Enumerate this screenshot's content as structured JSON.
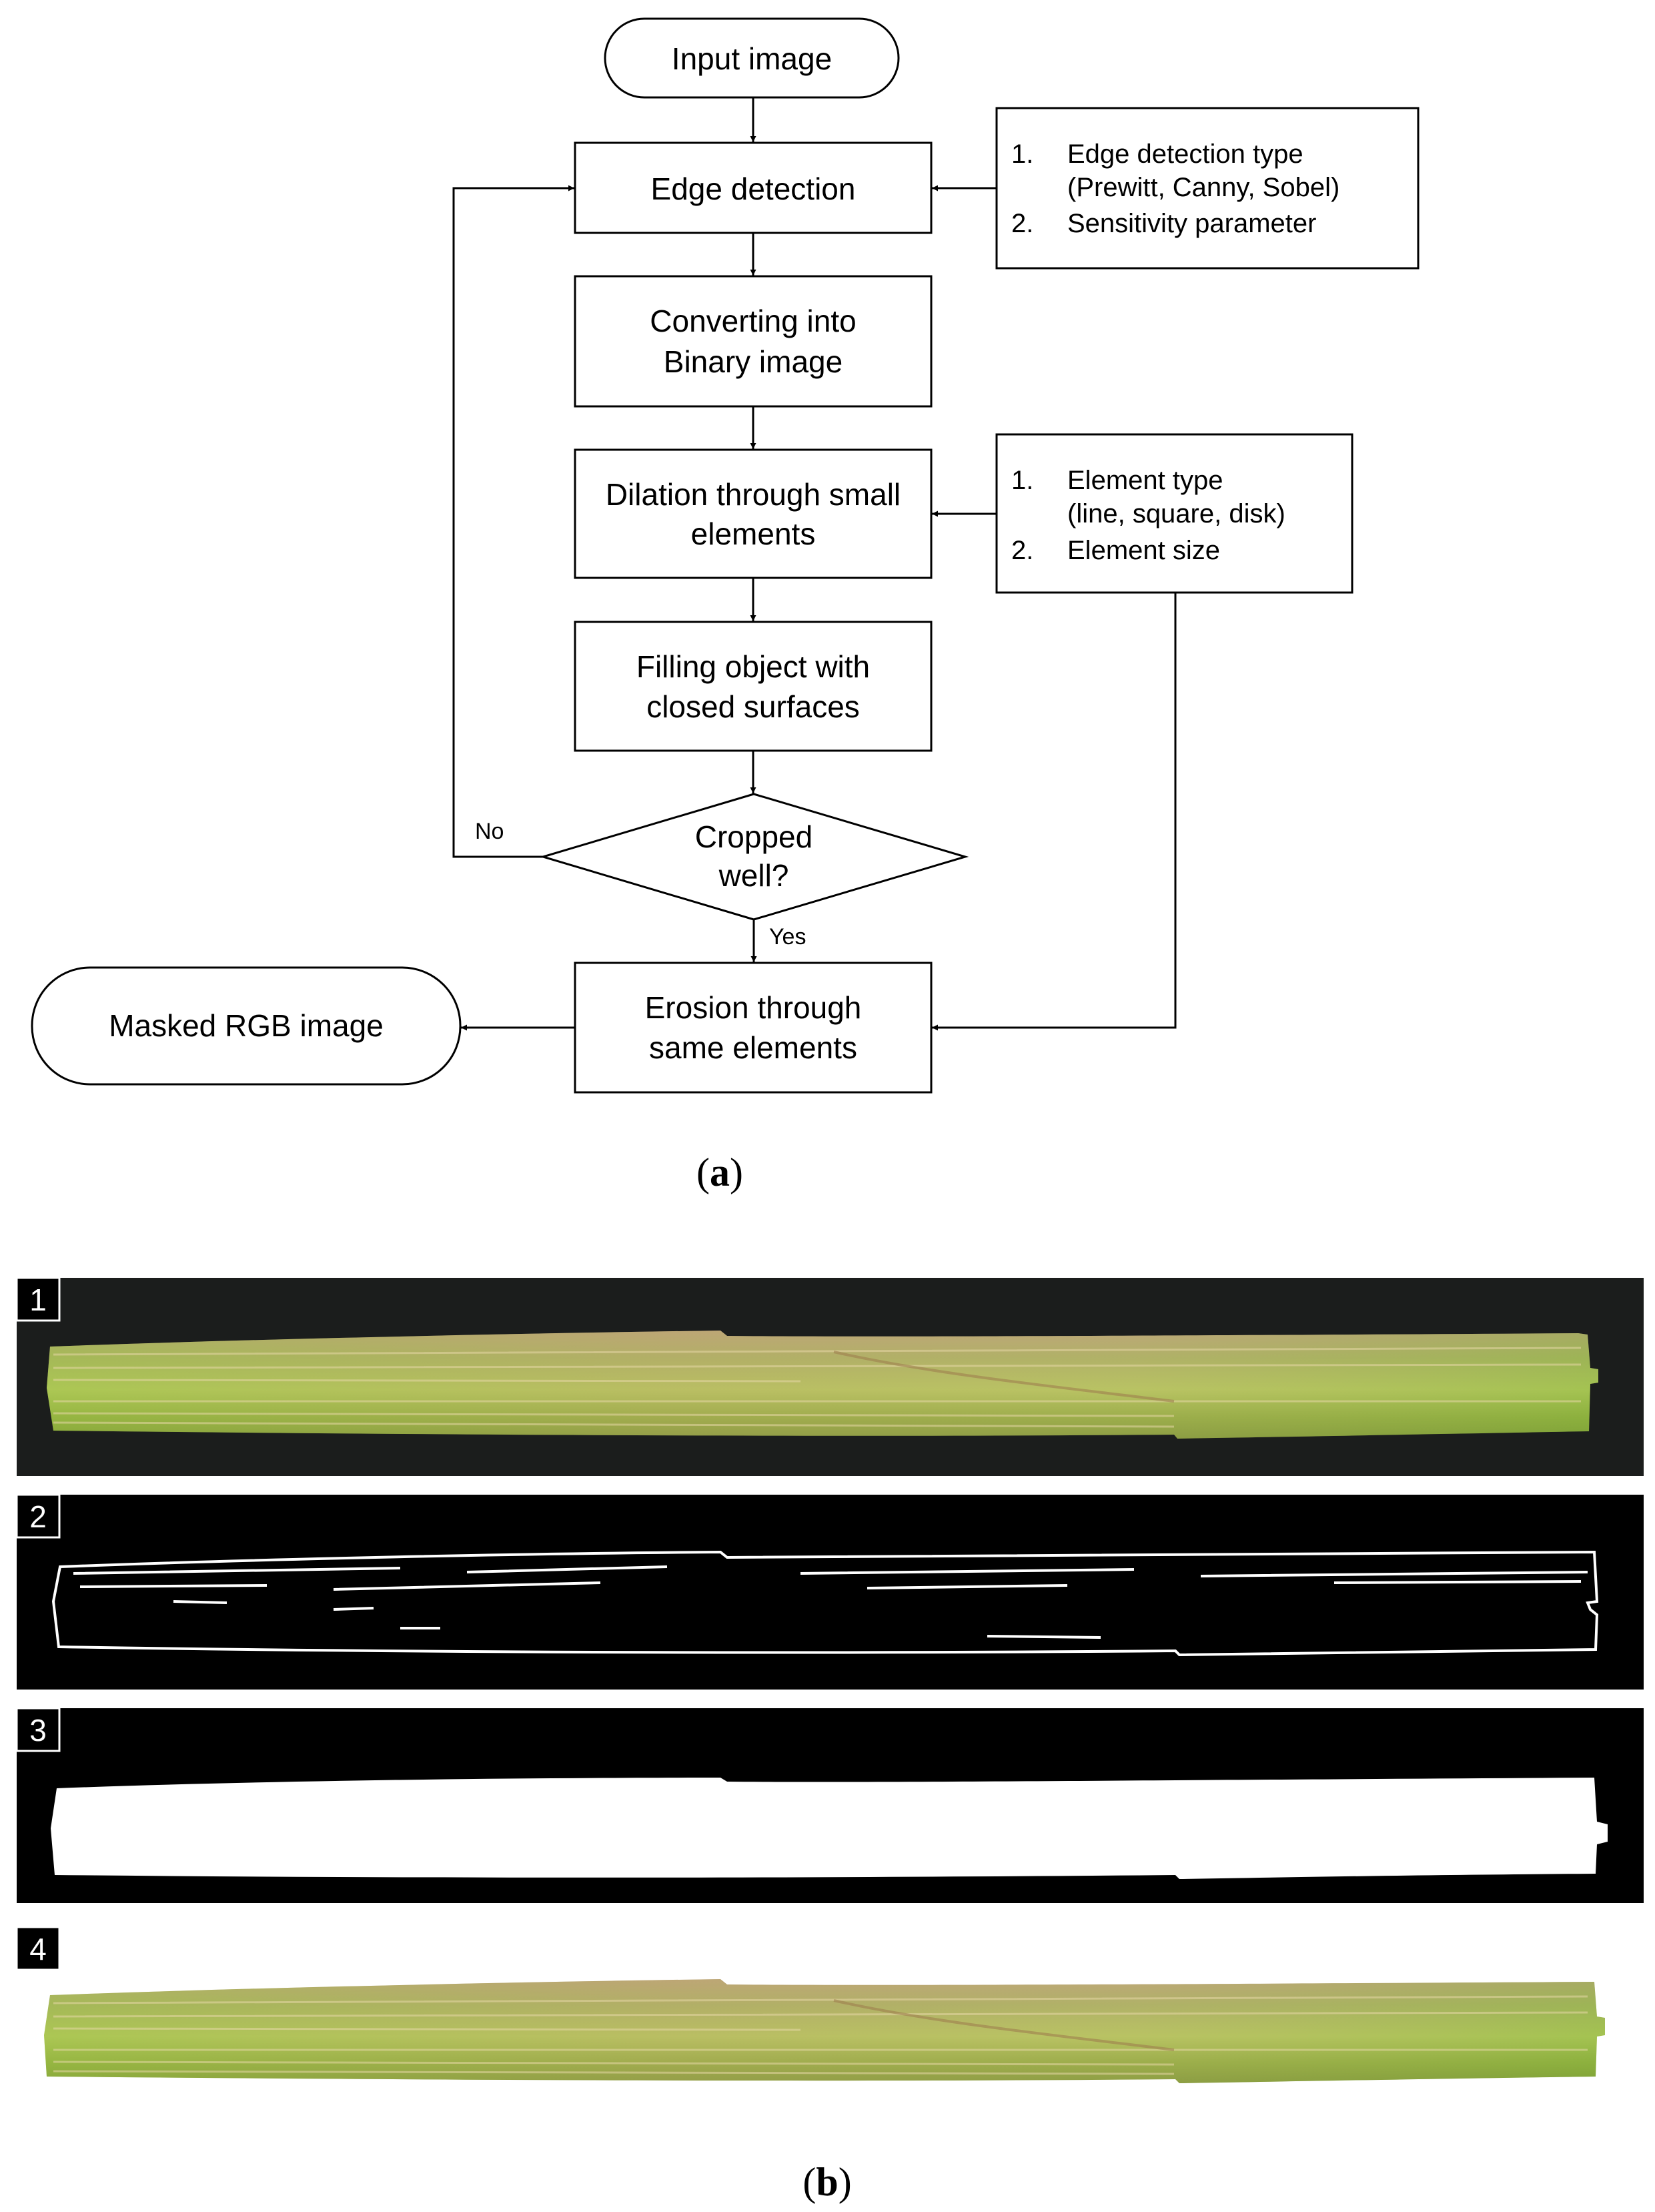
{
  "flowchart": {
    "start": "Input image",
    "steps": {
      "edge_detection": "Edge detection",
      "converting": [
        "Converting into",
        "Binary image"
      ],
      "dilation": [
        "Dilation through small",
        "elements"
      ],
      "filling": [
        "Filling object with",
        "closed surfaces"
      ],
      "decision": [
        "Cropped",
        "well?"
      ],
      "erosion": [
        "Erosion through",
        "same elements"
      ]
    },
    "end": "Masked RGB image",
    "branch_no": "No",
    "branch_yes": "Yes",
    "notes": {
      "edge": [
        {
          "num": "1.",
          "lines": [
            "Edge detection type",
            "(Prewitt, Canny, Sobel)"
          ]
        },
        {
          "num": "2.",
          "lines": [
            "Sensitivity parameter"
          ]
        }
      ],
      "element": [
        {
          "num": "1.",
          "lines": [
            "Element type",
            "(line, square, disk)"
          ]
        },
        {
          "num": "2.",
          "lines": [
            "Element size"
          ]
        }
      ]
    },
    "caption": {
      "pre": "(",
      "letter": "a",
      "post": ")"
    }
  },
  "panels": {
    "badges": [
      "1",
      "2",
      "3",
      "4"
    ],
    "caption": {
      "pre": "(",
      "letter": "b",
      "post": ")"
    }
  }
}
